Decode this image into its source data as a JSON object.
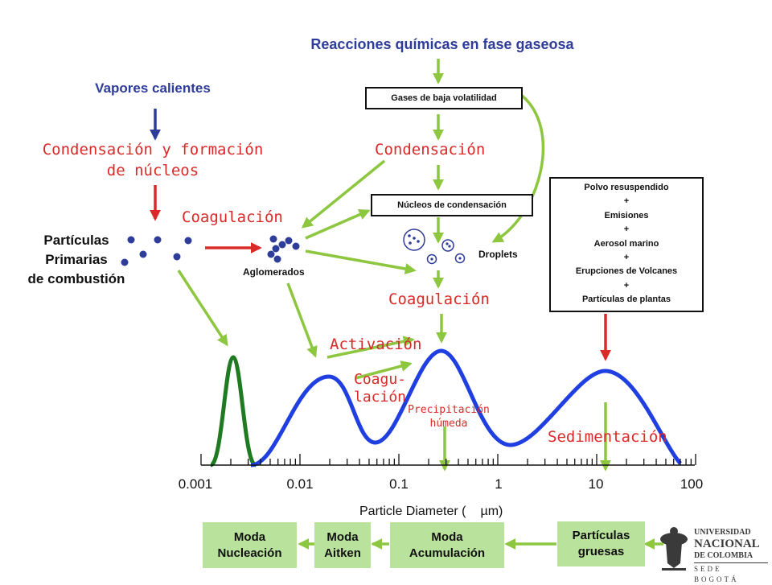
{
  "title": "Reacciones químicas en fase gaseosa",
  "hot_vapors": "Vapores calientes",
  "condensation_nucleation": [
    "Condensación y formación",
    "de núcleos"
  ],
  "primary_particles": [
    "Partículas",
    "Primarias",
    "de combustión"
  ],
  "coagulation_left": "Coagulación",
  "agglomerates": "Aglomerados",
  "low_volatility_box": "Gases de baja volatilidad",
  "condensation_mid": "Condensación",
  "nuclei_box": "Núcleos de condensación",
  "droplets": "Droplets",
  "coagulation_mid": "Coagulación",
  "sources_box": [
    "Polvo resuspendido",
    "+",
    "Emisiones",
    "+",
    "Aerosol marino",
    "+",
    "Erupciones de Volcanes",
    "+",
    "Partículas de plantas"
  ],
  "activation": "Activación",
  "coagu_lacion": [
    "Coagu-",
    "lación"
  ],
  "wet_precipitation": [
    "Precipitación",
    "húmeda"
  ],
  "sedimentation": "Sedimentación",
  "axis": {
    "ticks": [
      "0.001",
      "0.01",
      "0.1",
      "1",
      "10",
      "100"
    ],
    "xlabel_prefix": "Particle Diameter (",
    "xlabel_unit": "µm)"
  },
  "modes": [
    [
      "Moda",
      "Nucleación"
    ],
    [
      "Moda",
      "Aitken"
    ],
    [
      "Moda",
      "Acumulación"
    ],
    [
      "Partículas",
      "gruesas"
    ]
  ],
  "logo": [
    "UNIVERSIDAD",
    "NACIONAL",
    "DE COLOMBIA",
    "SEDE BOGOTÁ"
  ],
  "colors": {
    "green_arrow": "#8dc63f",
    "blue_curve": "#1f3fe0",
    "dark_green_curve": "#1f7a22",
    "red": "#d92a28",
    "navy": "#2e3c9a"
  }
}
